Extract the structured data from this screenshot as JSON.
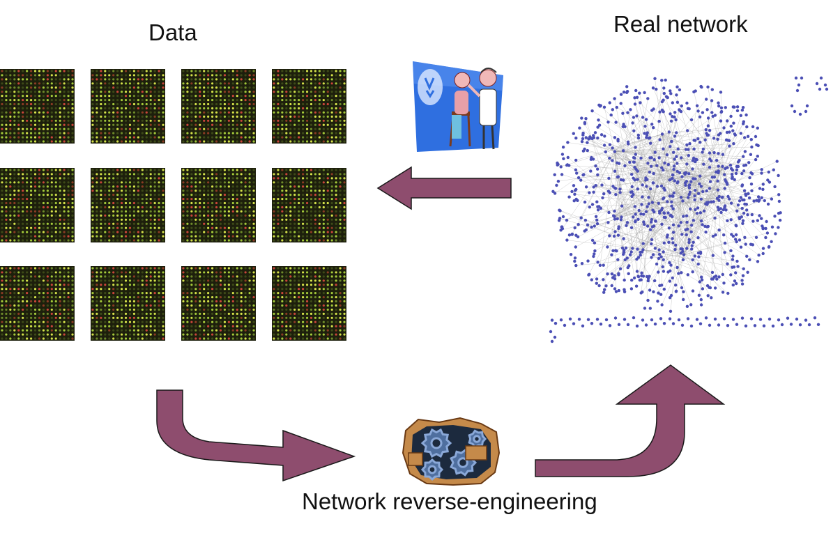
{
  "labels": {
    "data": "Data",
    "real_network": "Real network",
    "reverse_engineering": "Network reverse-engineering"
  },
  "data_panel": {
    "rows": 3,
    "cols": 4,
    "spot_grid": 18,
    "background_color": "#1d1f0c",
    "spot_colors": [
      "#d4e14a",
      "#a3c93a",
      "#6d8a2a",
      "#c9453a",
      "#8a3b24",
      "#3d4a18"
    ]
  },
  "arrows": {
    "fill_color": "#8e4d6e",
    "stroke_color": "#1a1a1a"
  },
  "network": {
    "node_color": "#4b4fb5",
    "edge_color": "#9a9a9a",
    "node_count": 900
  },
  "icons": {
    "experiment_illustration": "doctor-examining-patient-icon",
    "reverse_engineering_illustration": "gears-through-broken-wall-icon"
  }
}
